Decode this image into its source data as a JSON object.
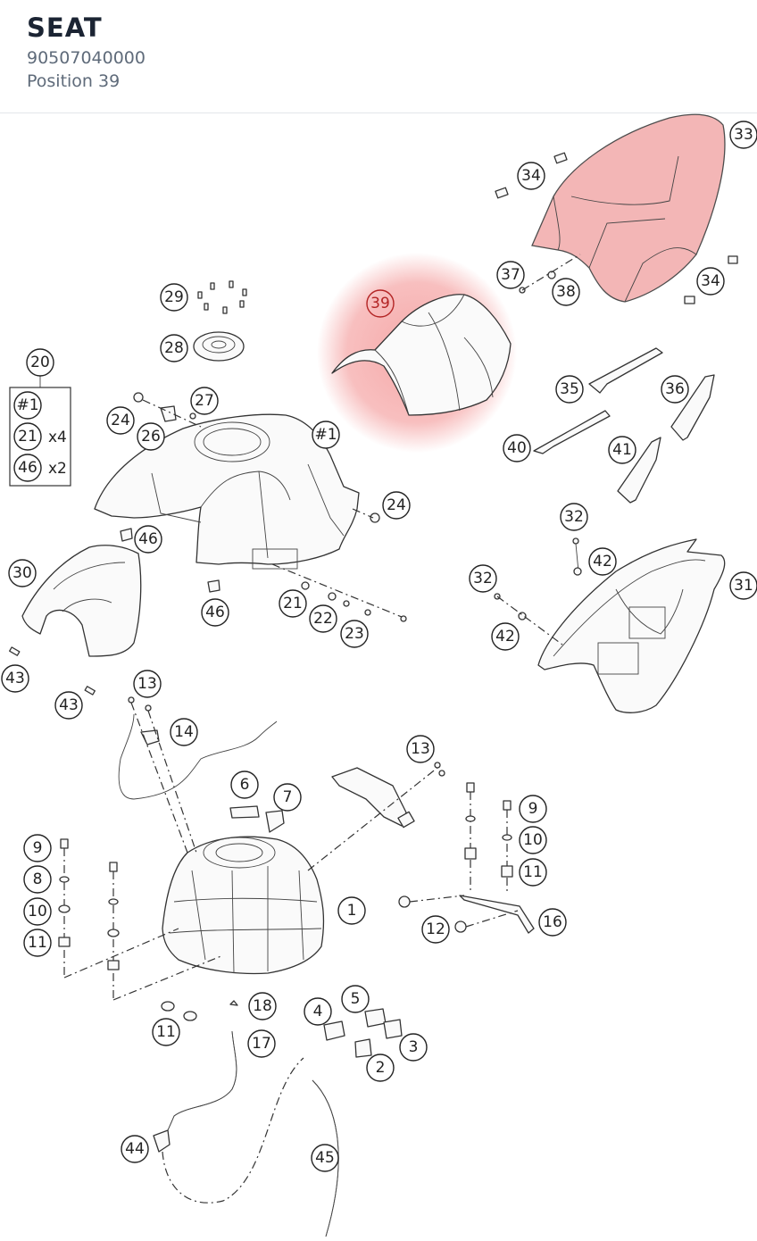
{
  "header": {
    "title": "SEAT",
    "part_number": "90507040000",
    "position_text": "Position 39"
  },
  "highlight": {
    "color": "#f28b8b",
    "callout": "39"
  },
  "legend": {
    "parent": "20",
    "rows": [
      {
        "item": "#1",
        "qty": ""
      },
      {
        "item": "21",
        "qty": "x4"
      },
      {
        "item": "46",
        "qty": "x2"
      }
    ]
  },
  "callouts": {
    "c1": "1",
    "c2": "2",
    "c3": "3",
    "c4": "4",
    "c5": "5",
    "c6": "6",
    "c7": "7",
    "c8": "8",
    "c9a": "9",
    "c9b": "9",
    "c10a": "10",
    "c10b": "10",
    "c11a": "11",
    "c11b": "11",
    "c11c": "11",
    "c12": "12",
    "c13a": "13",
    "c13b": "13",
    "c14": "14",
    "c16": "16",
    "c17": "17",
    "c18": "18",
    "c21": "21",
    "c22": "22",
    "c23": "23",
    "c24a": "24",
    "c24b": "24",
    "c26": "26",
    "c27": "27",
    "c28": "28",
    "c29": "29",
    "c30": "30",
    "c31": "31",
    "c32a": "32",
    "c32b": "32",
    "c33": "33",
    "c34a": "34",
    "c34b": "34",
    "c35": "35",
    "c36": "36",
    "c37": "37",
    "c38": "38",
    "c39": "39",
    "c40": "40",
    "c41": "41",
    "c42a": "42",
    "c42b": "42",
    "c43a": "43",
    "c43b": "43",
    "c44": "44",
    "c45": "45",
    "c46a": "46",
    "c46b": "46",
    "c1tank": "#1"
  }
}
